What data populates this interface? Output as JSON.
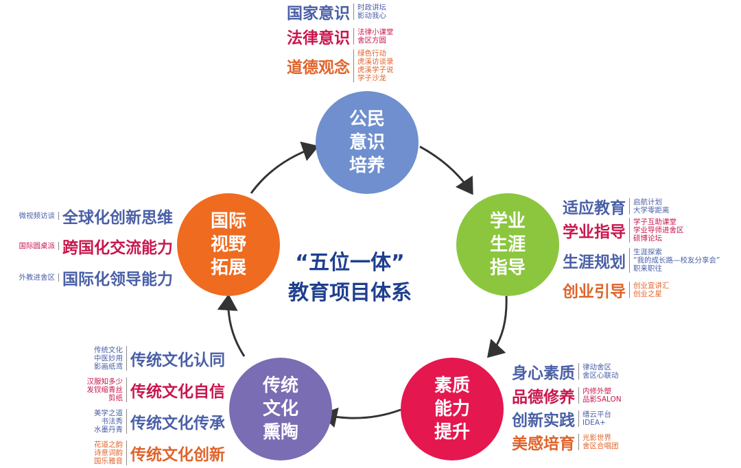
{
  "center": {
    "line1": "“五位一体”",
    "line2": "教育项目体系"
  },
  "colors": {
    "blue": "#6f8fce",
    "green": "#8cc63f",
    "red": "#e5174f",
    "purple": "#7a6db3",
    "orange": "#ef6b1f",
    "dark_blue": "#4a5fa6",
    "crimson": "#c8174d",
    "dark_orange": "#e0632a",
    "arrow": "#333333"
  },
  "circles": [
    {
      "id": "civic",
      "lines": [
        "公民",
        "意识",
        "培养"
      ],
      "color": "#6f8fce"
    },
    {
      "id": "career",
      "lines": [
        "学业",
        "生涯",
        "指导"
      ],
      "color": "#8cc63f"
    },
    {
      "id": "quality",
      "lines": [
        "素质",
        "能力",
        "提升"
      ],
      "color": "#e5174f"
    },
    {
      "id": "culture",
      "lines": [
        "传统",
        "文化",
        "熏陶"
      ],
      "color": "#7a6db3"
    },
    {
      "id": "global",
      "lines": [
        "国际",
        "视野",
        "拓展"
      ],
      "color": "#ef6b1f"
    }
  ],
  "civic_items": [
    {
      "label": "国家意识",
      "subs": [
        "时政讲坛",
        "影动我心"
      ],
      "color": "#4a5fa6"
    },
    {
      "label": "法律意识",
      "subs": [
        "法律小课堂",
        "舍区方圆"
      ],
      "color": "#c8174d"
    },
    {
      "label": "道德观念",
      "subs": [
        "绿色行动",
        "虎溪访谈录",
        "虎溪学子说",
        "学子沙龙"
      ],
      "color": "#e0632a"
    }
  ],
  "career_items": [
    {
      "label": "适应教育",
      "subs": [
        "启航计划",
        "大学零距离"
      ],
      "color": "#4a5fa6"
    },
    {
      "label": "学业指导",
      "subs": [
        "学子互助课堂",
        "学业导师进舍区",
        "硕博论坛"
      ],
      "color": "#c8174d"
    },
    {
      "label": "生涯规划",
      "subs": [
        "生涯探索",
        "“我的成长路—校友分享会”",
        "职来职往"
      ],
      "color": "#4a5fa6"
    },
    {
      "label": "创业引导",
      "subs": [
        "创业宣讲汇",
        "创业之星"
      ],
      "color": "#e0632a"
    }
  ],
  "quality_items": [
    {
      "label": "身心素质",
      "subs": [
        "律动舍区",
        "舍区心联动"
      ],
      "color": "#4a5fa6"
    },
    {
      "label": "品德修养",
      "subs": [
        "内修外塑",
        "品影SALON"
      ],
      "color": "#c8174d"
    },
    {
      "label": "创新实践",
      "subs": [
        "缙云平台",
        "IDEA+"
      ],
      "color": "#4a5fa6"
    },
    {
      "label": "美感培育",
      "subs": [
        "光影世界",
        "舍区合唱团"
      ],
      "color": "#e0632a"
    }
  ],
  "culture_items": [
    {
      "label": "传统文化认同",
      "subs": [
        "传统文化",
        "中医妙用",
        "影画纸鸢"
      ],
      "color": "#4a5fa6"
    },
    {
      "label": "传统文化自信",
      "subs": [
        "汉服知多少",
        "发钗缩青丝",
        "剪纸"
      ],
      "color": "#c8174d"
    },
    {
      "label": "传统文化传承",
      "subs": [
        "美学之道",
        "书法秀",
        "水墨丹青"
      ],
      "color": "#4a5fa6"
    },
    {
      "label": "传统文化创新",
      "subs": [
        "花道之韵",
        "诗意词韵",
        "国乐雅音"
      ],
      "color": "#e0632a"
    }
  ],
  "global_items": [
    {
      "label": "全球化创新思维",
      "subs": [
        "微视频访谈"
      ],
      "color": "#4a5fa6"
    },
    {
      "label": "跨国化交流能力",
      "subs": [
        "国际圆桌派"
      ],
      "color": "#c8174d"
    },
    {
      "label": "国际化领导能力",
      "subs": [
        "外教进舍区"
      ],
      "color": "#4a5fa6"
    }
  ]
}
